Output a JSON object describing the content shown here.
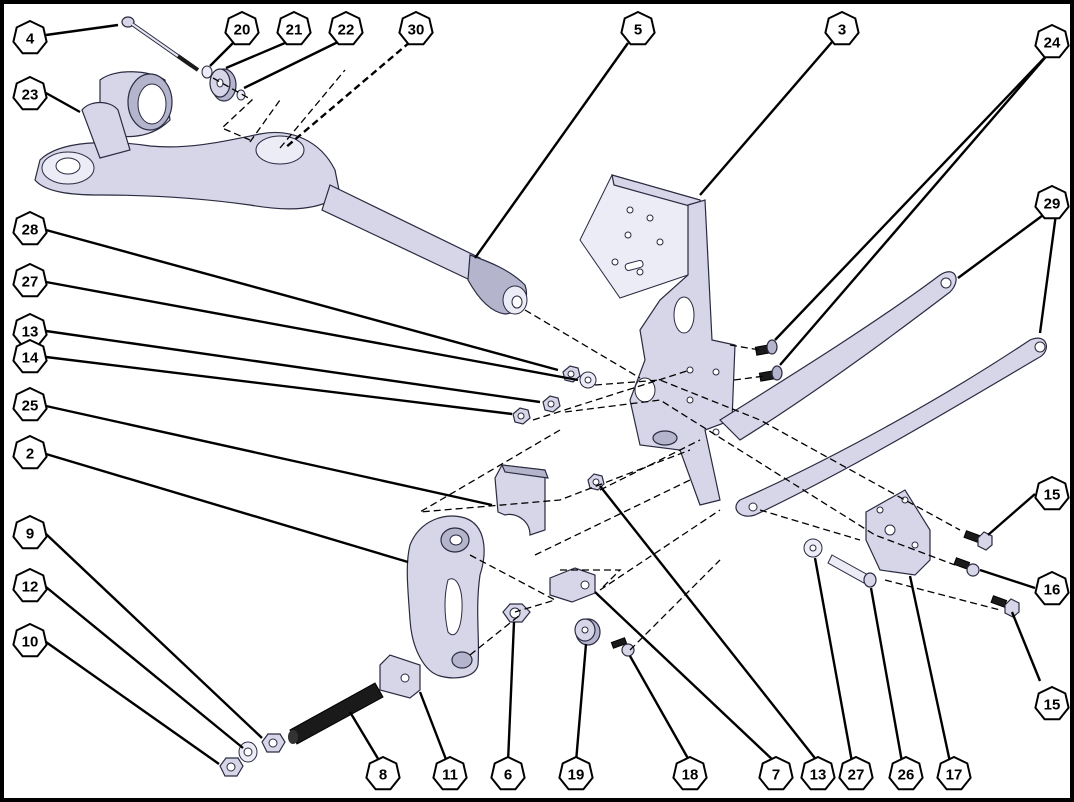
{
  "diagram": {
    "callouts": [
      {
        "id": "c4-top",
        "label": "4"
      },
      {
        "id": "c20",
        "label": "20"
      },
      {
        "id": "c21",
        "label": "21"
      },
      {
        "id": "c22",
        "label": "22"
      },
      {
        "id": "c30",
        "label": "30"
      },
      {
        "id": "c5",
        "label": "5"
      },
      {
        "id": "c3",
        "label": "3"
      },
      {
        "id": "c24",
        "label": "24"
      },
      {
        "id": "c23",
        "label": "23"
      },
      {
        "id": "c29",
        "label": "29"
      },
      {
        "id": "c28",
        "label": "28"
      },
      {
        "id": "c27-left",
        "label": "27"
      },
      {
        "id": "c13-left",
        "label": "13"
      },
      {
        "id": "c14",
        "label": "14"
      },
      {
        "id": "c25",
        "label": "25"
      },
      {
        "id": "c2",
        "label": "2"
      },
      {
        "id": "c9",
        "label": "9"
      },
      {
        "id": "c12",
        "label": "12"
      },
      {
        "id": "c10",
        "label": "10"
      },
      {
        "id": "c15-upper",
        "label": "15"
      },
      {
        "id": "c16",
        "label": "16"
      },
      {
        "id": "c15-lower",
        "label": "15"
      },
      {
        "id": "c8",
        "label": "8"
      },
      {
        "id": "c11",
        "label": "11"
      },
      {
        "id": "c6",
        "label": "6"
      },
      {
        "id": "c19",
        "label": "19"
      },
      {
        "id": "c18",
        "label": "18"
      },
      {
        "id": "c7",
        "label": "7"
      },
      {
        "id": "c13-bottom",
        "label": "13"
      },
      {
        "id": "c27-bottom",
        "label": "27"
      },
      {
        "id": "c26",
        "label": "26"
      },
      {
        "id": "c17",
        "label": "17"
      }
    ]
  }
}
